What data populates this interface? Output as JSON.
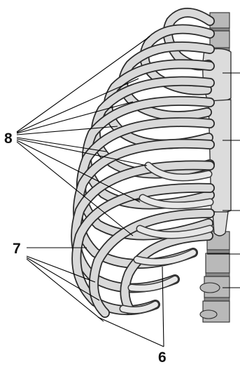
{
  "labels": {
    "ribs_group_8": "8",
    "costal_cartilage_7": "7",
    "floating_group_6": "6"
  }
}
